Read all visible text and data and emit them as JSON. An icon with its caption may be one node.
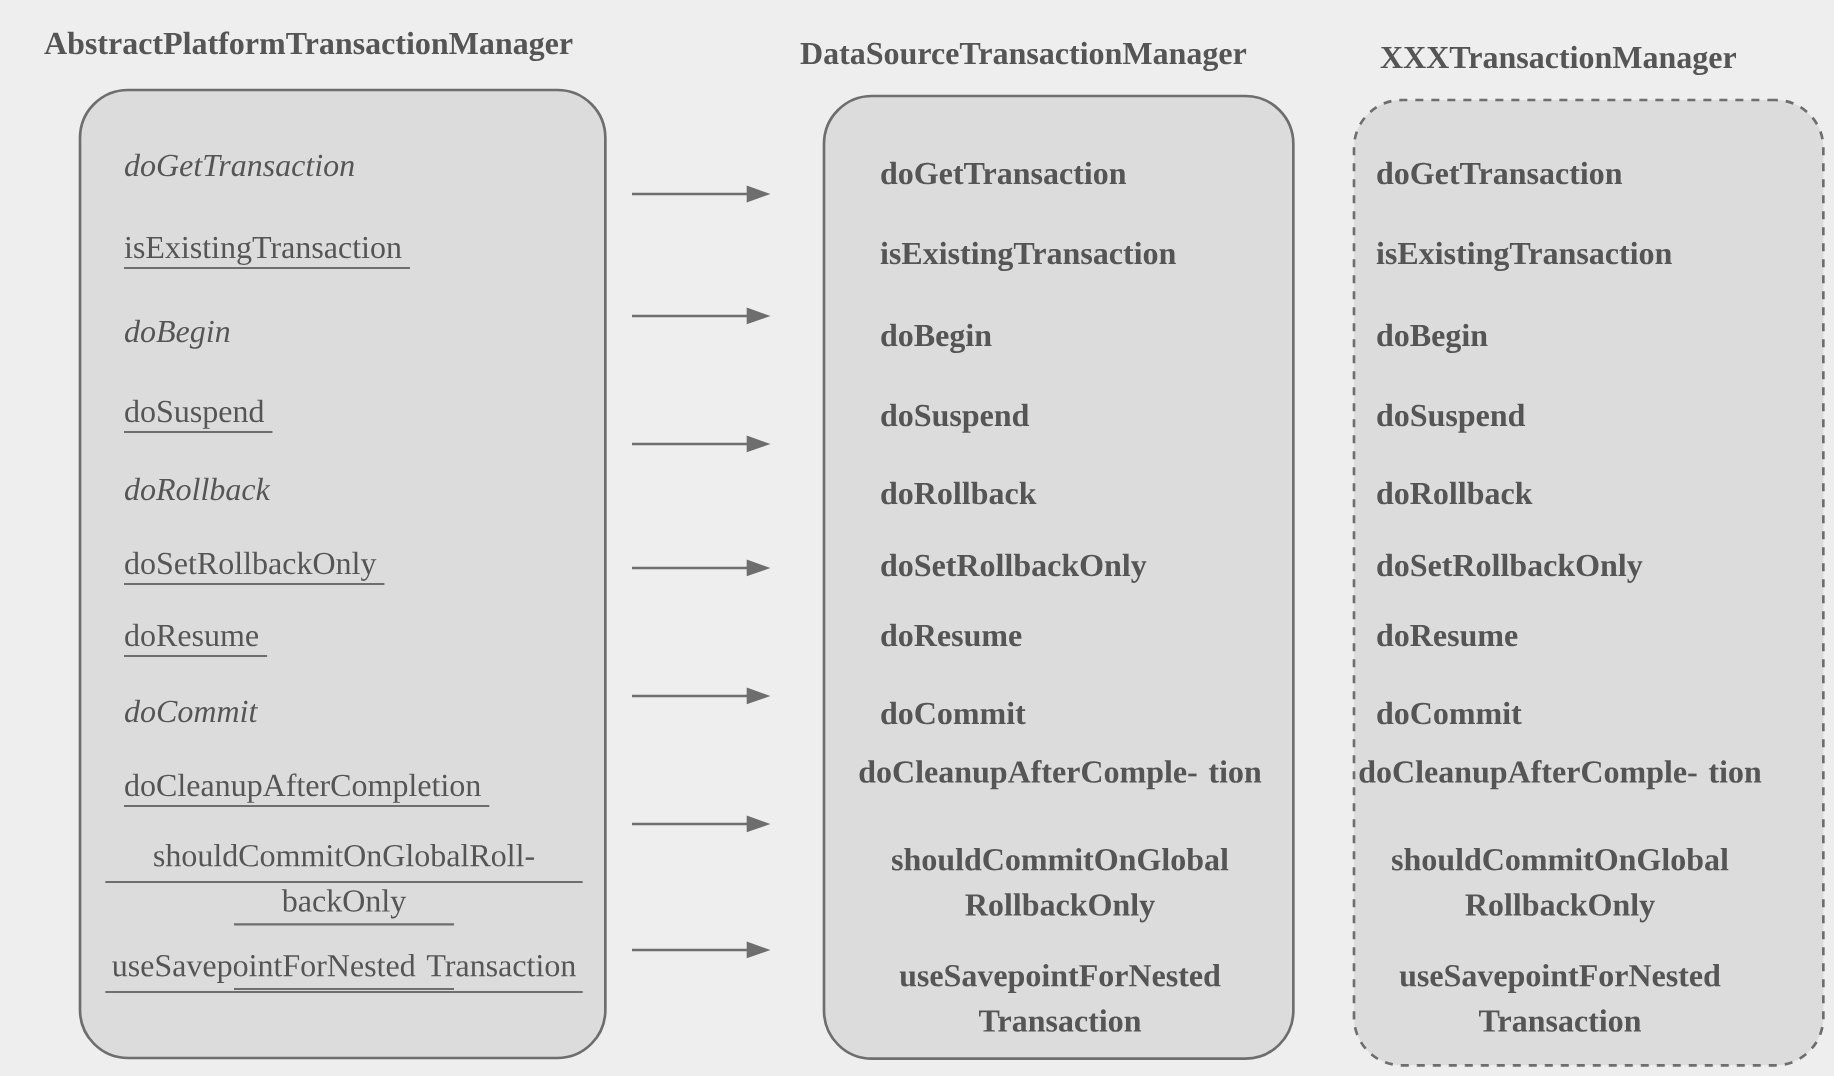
{
  "diagram": {
    "nodes": [
      {
        "text": [
          "AbstractPlatformTransactionManager",
          "doGetTransaction",
          "isExistingTransaction",
          "doBegin",
          "doSuspend",
          "doRollback",
          "doSetRollbackOnly",
          "doResume",
          "doCommit",
          "doCleanupAfterCompletion",
          "shouldCommitOnGlobalRoll- backOnly",
          "useSavepointForNested Transaction"
        ]
      },
      {
        "text": [
          "DataSourceTransactionManager",
          "doGetTransaction",
          "isExistingTransaction",
          "doBegin",
          "doSuspend",
          "doRollback",
          "doSetRollbackOnly",
          "doResume",
          "doCommit",
          "doCleanupAfterComple- tion",
          "shouldCommitOnGlobal RollbackOnly",
          "useSavepointForNested Transaction"
        ]
      },
      {
        "text": [
          "XXXTransactionManager",
          "doGetTransaction",
          "isExistingTransaction",
          "doBegin",
          "doSuspend",
          "doRollback",
          "doSetRollbackOnly",
          "doResume",
          "doCommit",
          "doCleanupAfterComple- tion",
          "shouldCommitOnGlobal RollbackOnly",
          "useSavepointForNested Transaction"
        ]
      }
    ],
    "edges": [
      {
        "from": 0,
        "to": 1,
        "arrow": "to"
      },
      {
        "from": 0,
        "to": 1,
        "arrow": "to"
      },
      {
        "from": 0,
        "to": 1,
        "arrow": "to"
      },
      {
        "from": 0,
        "to": 1,
        "arrow": "to"
      },
      {
        "from": 0,
        "to": 1,
        "arrow": "to"
      },
      {
        "from": 0,
        "to": 1,
        "arrow": "to"
      },
      {
        "from": 0,
        "to": 1,
        "arrow": "to"
      }
    ]
  }
}
